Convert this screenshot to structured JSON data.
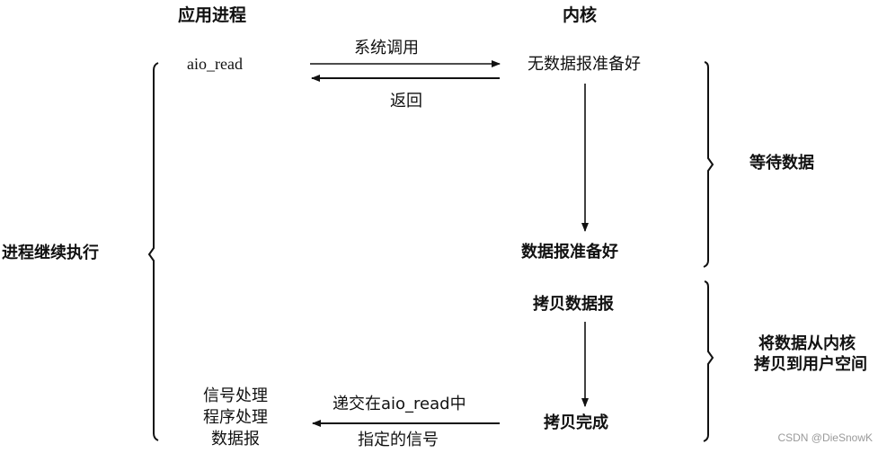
{
  "headers": {
    "app_process": "应用进程",
    "kernel": "内核"
  },
  "app_side": {
    "call": "aio_read",
    "continue_label": "进程继续执行",
    "signal_handler": [
      "信号处理",
      "程序处理",
      "数据报"
    ]
  },
  "arrows": {
    "syscall_label": "系统调用",
    "return_label": "返回",
    "signal_label_top": "递交在aio_read中",
    "signal_label_bottom": "指定的信号"
  },
  "kernel_side": {
    "no_datagram": "无数据报准备好",
    "datagram_ready": "数据报准备好",
    "copy_datagram": "拷贝数据报",
    "copy_done": "拷贝完成"
  },
  "phases": {
    "wait_data": "等待数据",
    "copy_data": [
      "将数据从内核",
      "拷贝到用户空间"
    ]
  },
  "watermark": "CSDN @DieSnowK"
}
